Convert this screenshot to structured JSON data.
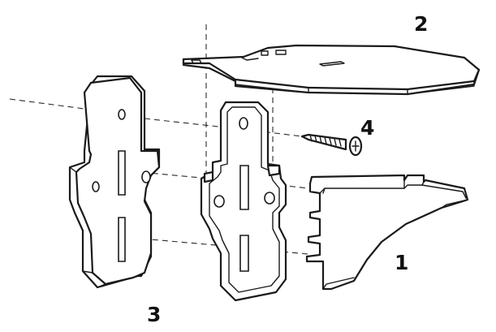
{
  "callouts": {
    "bracket": "1",
    "shelf_plate": "2",
    "mounting_plate": "3",
    "screw": "4"
  },
  "colors": {
    "line": "#1a1a1a",
    "background": "#ffffff"
  }
}
